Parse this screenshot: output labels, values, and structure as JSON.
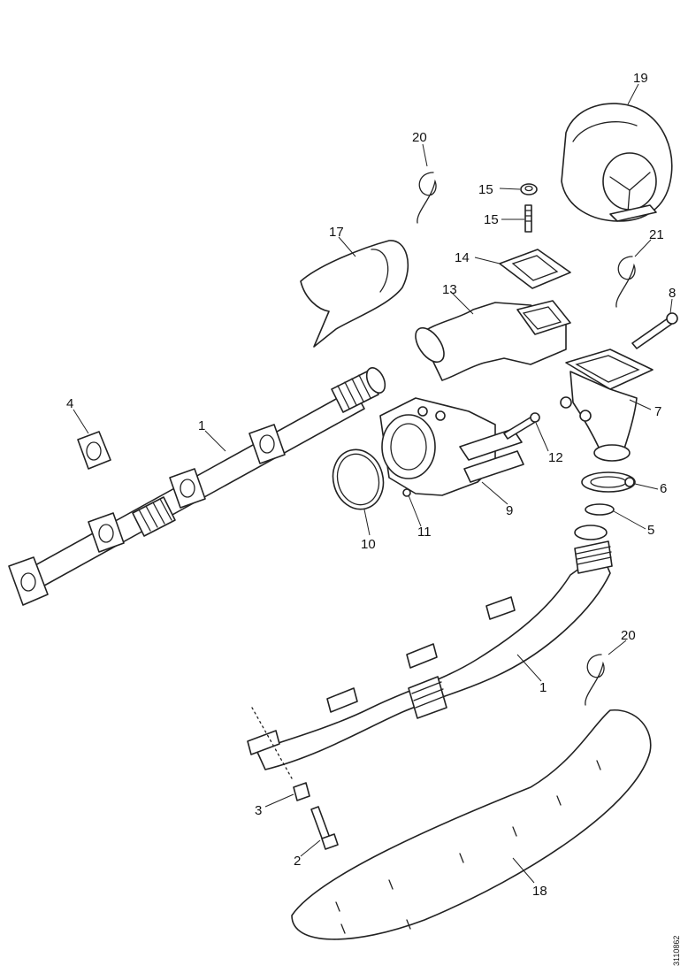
{
  "callouts": [
    {
      "id": "c1a",
      "label": "1"
    },
    {
      "id": "c1b",
      "label": "1"
    },
    {
      "id": "c2",
      "label": "2"
    },
    {
      "id": "c3",
      "label": "3"
    },
    {
      "id": "c4",
      "label": "4"
    },
    {
      "id": "c5",
      "label": "5"
    },
    {
      "id": "c6",
      "label": "6"
    },
    {
      "id": "c7",
      "label": "7"
    },
    {
      "id": "c8",
      "label": "8"
    },
    {
      "id": "c9",
      "label": "9"
    },
    {
      "id": "c10",
      "label": "10"
    },
    {
      "id": "c11",
      "label": "11"
    },
    {
      "id": "c12",
      "label": "12"
    },
    {
      "id": "c13",
      "label": "13"
    },
    {
      "id": "c14",
      "label": "14"
    },
    {
      "id": "c15a",
      "label": "15"
    },
    {
      "id": "c15b",
      "label": "15"
    },
    {
      "id": "c17",
      "label": "17"
    },
    {
      "id": "c18",
      "label": "18"
    },
    {
      "id": "c19",
      "label": "19"
    },
    {
      "id": "c20a",
      "label": "20"
    },
    {
      "id": "c20b",
      "label": "20"
    },
    {
      "id": "c21",
      "label": "21"
    }
  ],
  "drawing_id": "3110862"
}
